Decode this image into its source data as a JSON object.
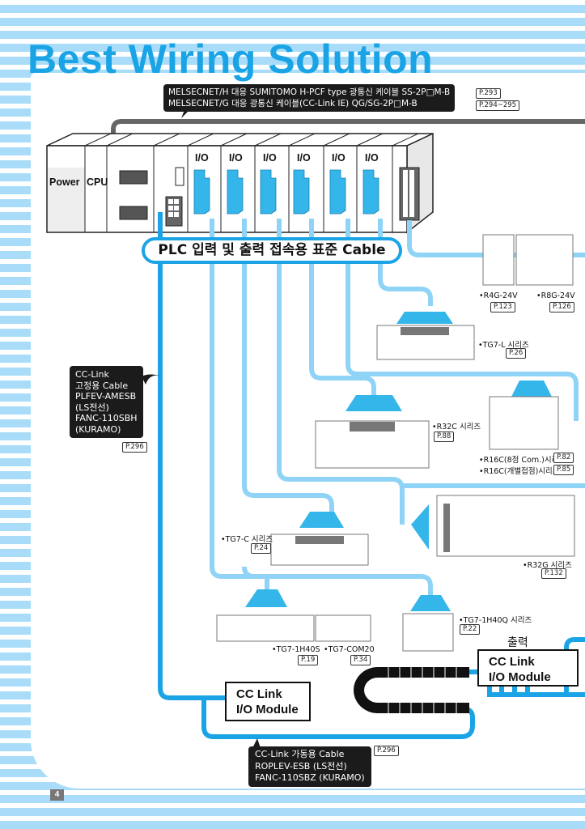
{
  "title": "Best Wiring Solution",
  "top_callout": {
    "lines": [
      "MELSECNET/H 대응 SUMITOMO H-PCF type 광통신 케이블 SS-2P□M-B",
      "MELSECNET/G 대응 광통신 케이블(CC-Link IE) QG/SG-2P□M-B"
    ],
    "refs": [
      "P.293",
      "P.294~295"
    ]
  },
  "plc_rack": {
    "power_label": "Power",
    "cpu_label": "CPU",
    "io_labels": [
      "I/O",
      "I/O",
      "I/O",
      "I/O",
      "I/O",
      "I/O"
    ]
  },
  "plc_cable_label": "PLC 입력 및 출력 접속용 표준 Cable",
  "cc_link_fixed_callout": {
    "lines": [
      "CC-Link",
      "고정용 Cable",
      "PLFEV-AMESB",
      "(LS전선)",
      "FANC-110SBH",
      "(KURAMO)"
    ],
    "ref": "P.296"
  },
  "cc_link_moving_callout": {
    "lines": [
      "CC-Link 가동용 Cable",
      "ROPLEV-ESB (LS전선)",
      "FANC-110SBZ (KURAMO)"
    ],
    "ref": "P.296"
  },
  "products": [
    {
      "name": "•R4G-24V",
      "ref": "P.123"
    },
    {
      "name": "•R8G-24V",
      "ref": "P.126"
    },
    {
      "name": "•TG7-L 시리즈",
      "ref": "P.26"
    },
    {
      "name": "•R32C 시리즈",
      "ref": "P.88"
    },
    {
      "name": "•R16C(8점 Com.)시리즈",
      "ref": "P.82"
    },
    {
      "name": "•R16C(개별접점)시리즈",
      "ref": "P.85"
    },
    {
      "name": "•R32G 시리즈",
      "ref": "P.132"
    },
    {
      "name": "•TG7-C 시리즈",
      "ref": "P.24"
    },
    {
      "name": "•TG7-1H40S",
      "ref": "P.19"
    },
    {
      "name": "•TG7-COM20",
      "ref": "P.34"
    },
    {
      "name": "•TG7-1H40Q 시리즈",
      "ref": "P.22"
    }
  ],
  "cc_link_module_left": {
    "line1": "CC Link",
    "line2": "I/O Module"
  },
  "cc_link_module_right": {
    "line1": "CC Link",
    "line2": "I/O Module"
  },
  "output_label": "출력",
  "page_number": "4",
  "colors": {
    "accent": "#1aa4e6",
    "light_cable": "#8fd4f6",
    "stripe": "#a8dcf8",
    "callout_bg": "#1b1b1b"
  }
}
